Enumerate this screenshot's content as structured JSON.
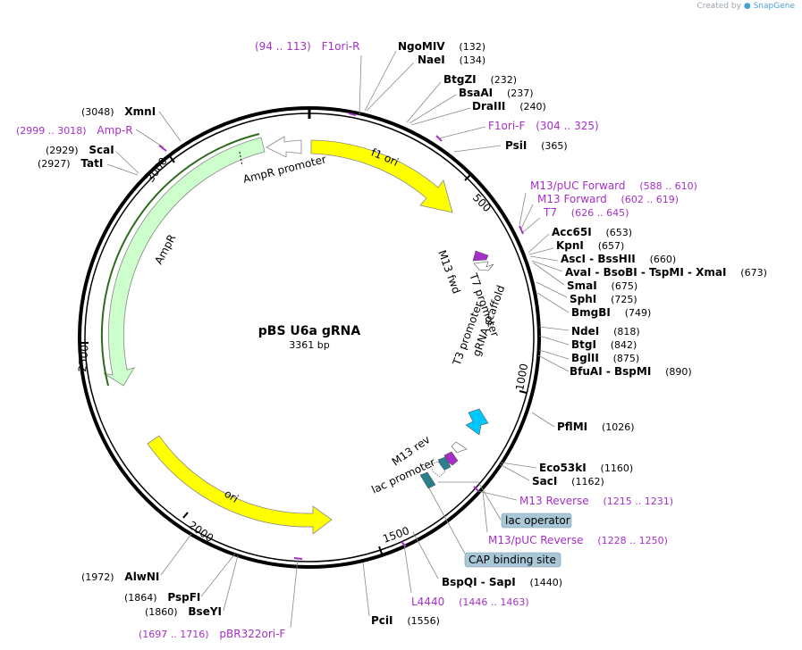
{
  "credit": {
    "prefix": "Created by",
    "brand": "SnapGene"
  },
  "plasmid": {
    "name": "pBS U6a gRNA",
    "length": "3361 bp"
  },
  "colors": {
    "primer": "#a530c8",
    "site": "#000000",
    "fOri": "#ffff00",
    "ori": "#ffff00",
    "amp": "#ccffcc",
    "promoter": "#ffffff",
    "gRNA": "#00c8ff",
    "feature_box": "#a8c8d8"
  },
  "ticks": [
    "500",
    "1000",
    "1500",
    "2000",
    "2500",
    "3000"
  ],
  "features": {
    "f1ori": "f1 ori",
    "ampr_promoter": "AmpR promoter",
    "ampr": "AmpR",
    "ori": "ori",
    "m13fwd": "M13 fwd",
    "t7promoter": "T7 promoter",
    "t3promoter": "T3 promoter",
    "gRNA": "gRNA scaffold",
    "m13rev": "M13 rev",
    "lacpromoter": "lac promoter"
  },
  "labels": [
    {
      "id": "f1ori-r",
      "kind": "primer",
      "name": "F1ori-R",
      "pos": "(94 .. 113)"
    },
    {
      "id": "ngomiv",
      "kind": "site",
      "name": "NgoMIV",
      "pos": "(132)"
    },
    {
      "id": "naei",
      "kind": "site",
      "name": "NaeI",
      "pos": "(134)"
    },
    {
      "id": "btgzi",
      "kind": "site",
      "name": "BtgZI",
      "pos": "(232)"
    },
    {
      "id": "bsaai",
      "kind": "site",
      "name": "BsaAI",
      "pos": "(237)"
    },
    {
      "id": "draiii",
      "kind": "site",
      "name": "DraIII",
      "pos": "(240)"
    },
    {
      "id": "f1ori-f",
      "kind": "primer",
      "name": "F1ori-F",
      "pos": "(304 .. 325)"
    },
    {
      "id": "psii",
      "kind": "site",
      "name": "PsiI",
      "pos": "(365)"
    },
    {
      "id": "m13puc-fwd",
      "kind": "primer",
      "name": "M13/pUC Forward",
      "pos": "(588 .. 610)"
    },
    {
      "id": "m13-fwd",
      "kind": "primer",
      "name": "M13 Forward",
      "pos": "(602 .. 619)"
    },
    {
      "id": "t7",
      "kind": "primer",
      "name": "T7",
      "pos": "(626 .. 645)"
    },
    {
      "id": "acc65i",
      "kind": "site",
      "name": "Acc65I",
      "pos": "(653)"
    },
    {
      "id": "kpni",
      "kind": "site",
      "name": "KpnI",
      "pos": "(657)"
    },
    {
      "id": "asci",
      "kind": "site",
      "name": "AscI - BssHII",
      "pos": "(660)"
    },
    {
      "id": "avai",
      "kind": "site",
      "name": "AvaI - BsoBI - TspMI - XmaI",
      "pos": "(673)"
    },
    {
      "id": "smai",
      "kind": "site",
      "name": "SmaI",
      "pos": "(675)"
    },
    {
      "id": "sphi",
      "kind": "site",
      "name": "SphI",
      "pos": "(725)"
    },
    {
      "id": "bmgbi",
      "kind": "site",
      "name": "BmgBI",
      "pos": "(749)"
    },
    {
      "id": "ndei",
      "kind": "site",
      "name": "NdeI",
      "pos": "(818)"
    },
    {
      "id": "btgi",
      "kind": "site",
      "name": "BtgI",
      "pos": "(842)"
    },
    {
      "id": "bglii",
      "kind": "site",
      "name": "BglII",
      "pos": "(875)"
    },
    {
      "id": "bfuai",
      "kind": "site",
      "name": "BfuAI - BspMI",
      "pos": "(890)"
    },
    {
      "id": "pflmi",
      "kind": "site",
      "name": "PflMI",
      "pos": "(1026)"
    },
    {
      "id": "eco53ki",
      "kind": "site",
      "name": "Eco53kI",
      "pos": "(1160)"
    },
    {
      "id": "saci",
      "kind": "site",
      "name": "SacI",
      "pos": "(1162)"
    },
    {
      "id": "m13-rev",
      "kind": "primer",
      "name": "M13 Reverse",
      "pos": "(1215 .. 1231)"
    },
    {
      "id": "lac-operator",
      "kind": "boxed",
      "name": "lac operator",
      "pos": ""
    },
    {
      "id": "m13puc-rev",
      "kind": "primer",
      "name": "M13/pUC Reverse",
      "pos": "(1228 .. 1250)"
    },
    {
      "id": "cap",
      "kind": "boxed",
      "name": "CAP binding site",
      "pos": ""
    },
    {
      "id": "bspqi",
      "kind": "site",
      "name": "BspQI - SapI",
      "pos": "(1440)"
    },
    {
      "id": "l4440",
      "kind": "primer",
      "name": "L4440",
      "pos": "(1446 .. 1463)"
    },
    {
      "id": "pcii",
      "kind": "site",
      "name": "PciI",
      "pos": "(1556)"
    },
    {
      "id": "pbr322",
      "kind": "primer",
      "name": "pBR322ori-F",
      "pos": "(1697 .. 1716)"
    },
    {
      "id": "bseyi",
      "kind": "site",
      "name": "BseYI",
      "pos": "(1860)"
    },
    {
      "id": "pspfi",
      "kind": "site",
      "name": "PspFI",
      "pos": "(1864)"
    },
    {
      "id": "alwni",
      "kind": "site",
      "name": "AlwNI",
      "pos": "(1972)"
    },
    {
      "id": "tati",
      "kind": "site",
      "name": "TatI",
      "pos": "(2927)"
    },
    {
      "id": "scai",
      "kind": "site",
      "name": "ScaI",
      "pos": "(2929)"
    },
    {
      "id": "amp-r",
      "kind": "primer",
      "name": "Amp-R",
      "pos": "(2999 .. 3018)"
    },
    {
      "id": "xmni",
      "kind": "site",
      "name": "XmnI",
      "pos": "(3048)"
    }
  ]
}
